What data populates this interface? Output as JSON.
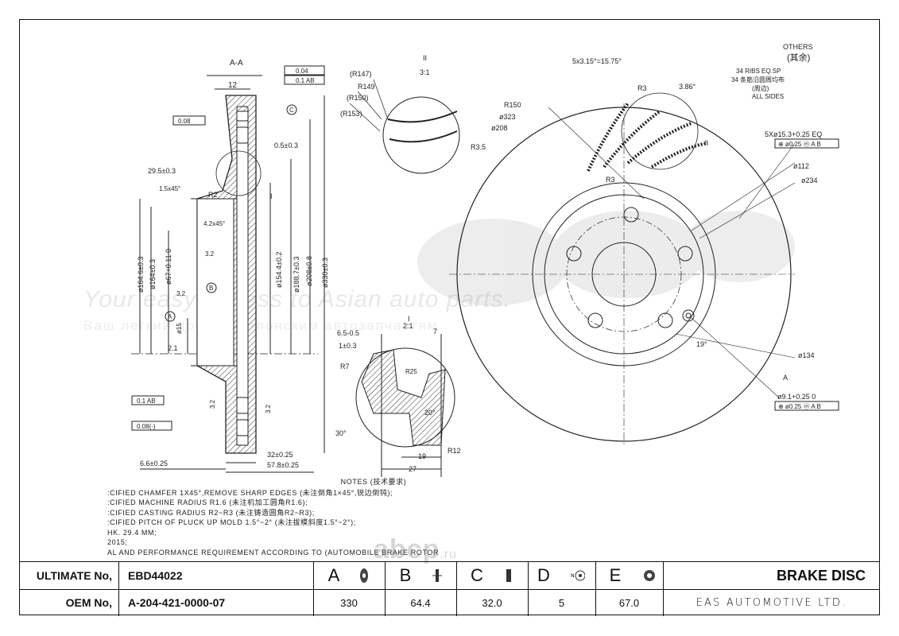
{
  "drawing": {
    "section_label": "A-A",
    "top_right_hint": "OTHERS",
    "top_right_cn": "(其余)",
    "section_dims": [
      "12",
      "0.5±0.3",
      "29.5±0.3",
      "1.5x45°",
      "R2",
      "4.2x45°",
      "3.2",
      "3.2",
      "ø15",
      "2.1",
      "ø164.6±0.3",
      "ø164±0.3",
      "ø67+0.11 0",
      "ø154.4±0.2",
      "ø188.7±0.3",
      "ø208±0.8",
      "ø330±0.3",
      "32±0.25",
      "57.8±0.25",
      "6.6±0.25",
      "3.2",
      "3.2"
    ],
    "tolerances": [
      "0.04",
      "0.1 AB",
      "0.08",
      "0.1 AB",
      "0.08(-)"
    ],
    "datum_labels": [
      "C",
      "B",
      "A",
      "I"
    ],
    "detail_ii": {
      "title": "II",
      "scale": "3:1",
      "labels": [
        "(R147)",
        "R149",
        "(R150)",
        "(R153)",
        "R3.5"
      ]
    },
    "detail_i": {
      "title": "I",
      "scale": "2:1",
      "labels": [
        "6.5-0.5",
        "1±0.3",
        "7",
        "R7",
        "R25",
        "20°",
        "30°",
        "R12",
        "19",
        "27"
      ]
    },
    "front_view": {
      "labels": [
        "5x3.15°=15.75°",
        "R3",
        "3.86°",
        "R150",
        "ø323",
        "ø208",
        "R3",
        "ø112",
        "ø234",
        "ø134",
        "19°",
        "A",
        "II"
      ],
      "ribs_en": "34 RIBS  EQ.SP",
      "ribs_cn": "34 条筋沿圆周均布",
      "sides_cn": "(周边)",
      "sides_en": "ALL SIDES",
      "hole1": "5Xø15.3+0.25 EQ",
      "hole1_tol": "⊕ ø0.25 ⓜ A B",
      "hole2": "ø9.1+0.25 0",
      "hole2_tol": "⊕ ø0.25 ⓜ A B"
    },
    "watermark": {
      "line1": "Your easy access to Asian auto parts.",
      "line2": "Ваш легкий доступ к японским автозапчастям",
      "site": "abcp",
      "tld": ".ru"
    }
  },
  "notes": {
    "title": "NOTES (技术要求)",
    "lines": [
      ":CIFIED CHAMFER 1X45°,REMOVE SHARP EDGES (未注倒角1×45°,锐边倒钝);",
      ":CIFIED MACHINE RADIUS R1.6 (未注机加工圆角R1.6);",
      ":CIFIED CASTING RADIUS R2~R3 (未注铸造圆角R2~R3);",
      ":CIFIED PITCH OF PLUCK UP MOLD 1.5°~2° (未注拔模斜度1.5°~2°);",
      "HK. 29.4 MM;",
      "2015;",
      "AL AND PERFORMANCE REQUIREMENT ACCORDING TO (AUTOMOBILE BRAKE ROTOR"
    ]
  },
  "table": {
    "ultimate_label": "ULTIMATE No,",
    "ultimate_value": "EBD44022",
    "oem_label": "OEM No,",
    "oem_value": "A-204-421-0000-07",
    "columns": [
      {
        "letter": "A",
        "value": "330",
        "icon": "disc-diameter-icon"
      },
      {
        "letter": "B",
        "value": "64.4",
        "icon": "disc-height-icon"
      },
      {
        "letter": "C",
        "value": "32.0",
        "icon": "disc-thickness-icon"
      },
      {
        "letter": "D",
        "value": "5",
        "icon": "bolt-holes-icon"
      },
      {
        "letter": "E",
        "value": "67.0",
        "icon": "center-bore-icon"
      }
    ],
    "product": "BRAKE DISC",
    "company": "EAS AUTOMOTIVE LTD."
  }
}
